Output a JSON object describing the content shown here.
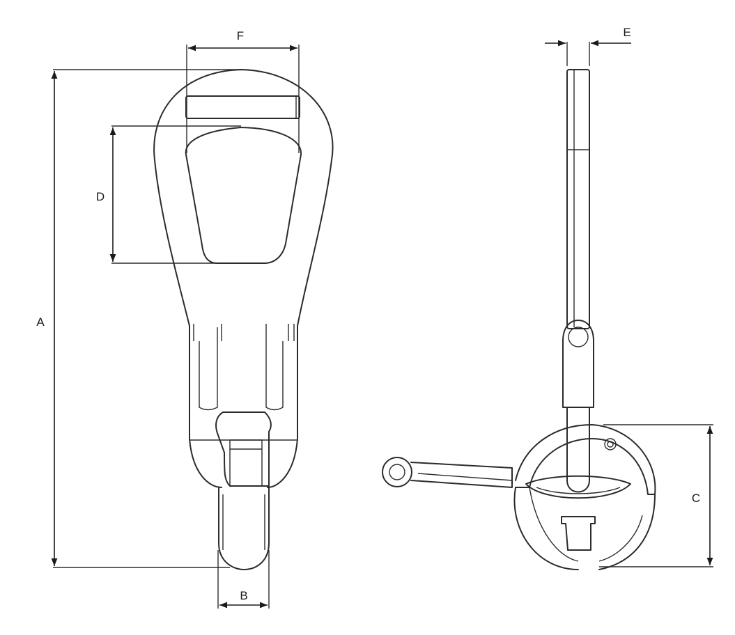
{
  "diagram": {
    "dimensions": {
      "a": "A",
      "b": "B",
      "c": "C",
      "d": "D",
      "e": "E",
      "f": "F"
    }
  },
  "colors": {
    "line": "#2b2b2b",
    "background": "#ffffff"
  }
}
